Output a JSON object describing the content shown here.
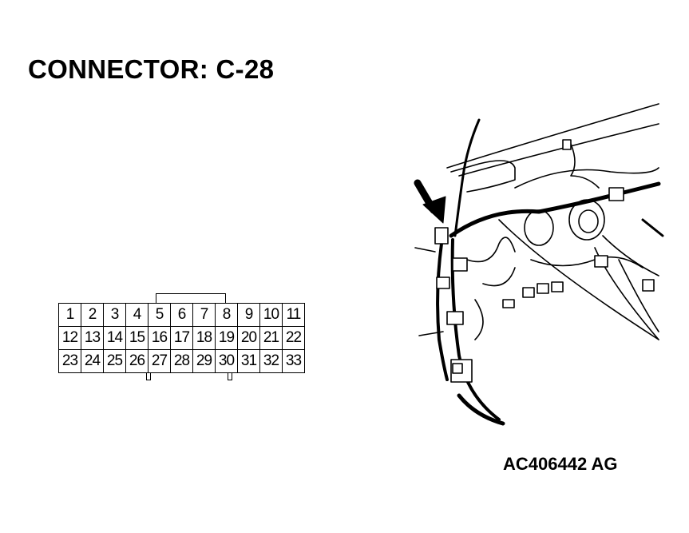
{
  "title": "CONNECTOR: C-28",
  "figure_code": "AC406442 AG",
  "connector": {
    "rows": [
      [
        "1",
        "2",
        "3",
        "4",
        "5",
        "6",
        "7",
        "8",
        "9",
        "10",
        "11"
      ],
      [
        "12",
        "13",
        "14",
        "15",
        "16",
        "17",
        "18",
        "19",
        "20",
        "21",
        "22"
      ],
      [
        "23",
        "24",
        "25",
        "26",
        "27",
        "28",
        "29",
        "30",
        "31",
        "32",
        "33"
      ]
    ]
  },
  "illustration": {
    "subject": "dashboard wiring harness",
    "arrow_icon": "arrow-down-right-icon"
  }
}
